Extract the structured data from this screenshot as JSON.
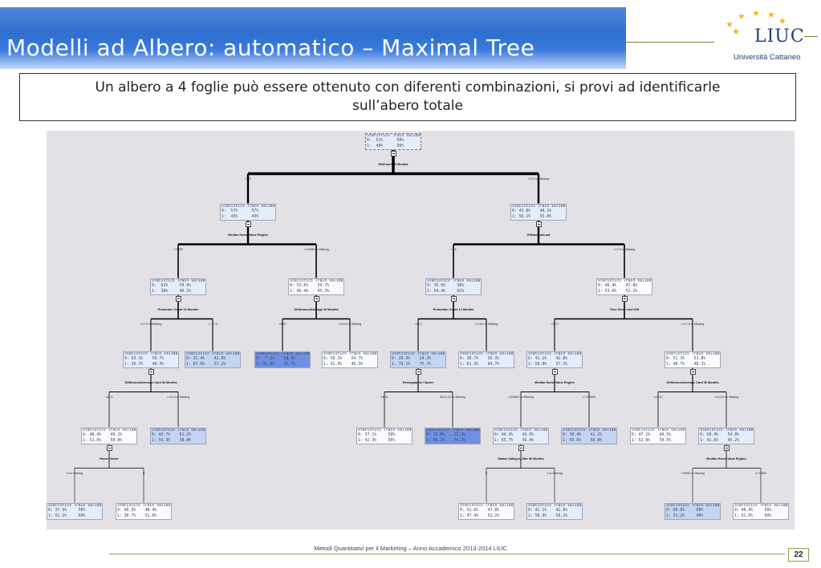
{
  "header": {
    "title": "Modelli ad Albero: automatico – Maximal Tree"
  },
  "logo": {
    "name": "LIUC",
    "subtitle": "Università Cattaneo"
  },
  "subtitle": "Un albero a 4 foglie può essere ottenuto con diferenti combinazioni, si provi ad identificarle sull’abero totale",
  "footer": {
    "text": "Metodi Quantitativi per il Marketing – Anno Accademico 2013-2014 LIUC",
    "page": "22"
  },
  "node_header": "Statistics Train Validation",
  "colors": {
    "link": "#000000",
    "node_light": "#f6f8fd",
    "node_mid": "#c3d5f3",
    "node_dark": "#6e90e2",
    "panel": "#e3e1e6"
  },
  "tree": {
    "nodes": [
      {
        "id": "root",
        "level": 0,
        "r0": "0:  52%      50%",
        "r1": "1:  48%      50%",
        "split": "GiftCount 36 Months",
        "shade": "light"
      },
      {
        "id": "n1",
        "level": 1,
        "r0": "0:  57%      57%",
        "r1": "1:  43%      43%",
        "split": "Median Home Value Region",
        "shade": "light"
      },
      {
        "id": "n2",
        "level": 1,
        "r0": "0: 43.8%    44.2%",
        "r1": "1: 56.2%    55.8%",
        "split": "GiftAmountLast",
        "shade": "light"
      },
      {
        "id": "n3",
        "level": 2,
        "r0": "0:  62%     59.9%",
        "r1": "1:  38%     40.1%",
        "split": "Promotion Count 12 Months",
        "shade": "light"
      },
      {
        "id": "n4",
        "level": 2,
        "r0": "0: 53.6%    54.7%",
        "r1": "1: 46.4%    45.3%",
        "split": "GiftAmountAverage 36 Months",
        "shade": "white"
      },
      {
        "id": "n5",
        "level": 2,
        "r0": "0: 35.6%     38%",
        "r1": "1: 64.4%     62%",
        "split": "Promotion Count 12 Months",
        "shade": "light"
      },
      {
        "id": "n6",
        "level": 2,
        "r0": "0: 46.4%    47.8%",
        "r1": "1: 53.6%    52.2%",
        "split": "Time Since Last Gift",
        "shade": "white"
      },
      {
        "id": "n7",
        "level": 3,
        "r0": "0: 63.3%    59.7%",
        "r1": "1: 36.7%    40.3%",
        "split": "GiftAmountAverage Card 36 Months",
        "shade": "light"
      },
      {
        "id": "n8",
        "level": 3,
        "r0": "0: 32.4%    42.8%",
        "r1": "1: 67.6%    57.2%",
        "split": "",
        "shade": "mid"
      },
      {
        "id": "n9",
        "level": 3,
        "r0": "0:  7.1%    58.3%",
        "r1": "1: 92.9%    41.7%",
        "split": "",
        "shade": "dark"
      },
      {
        "id": "n10",
        "level": 3,
        "r0": "0: 58.1%    54.7%",
        "r1": "1: 41.9%    45.3%",
        "split": "",
        "shade": "white"
      },
      {
        "id": "n11",
        "level": 3,
        "r0": "0: 20.9%    24.3%",
        "r1": "1: 79.1%    75.7%",
        "split": "Demographic Cluster",
        "shade": "mid"
      },
      {
        "id": "n12",
        "level": 3,
        "r0": "0: 38.7%    35.3%",
        "r1": "1: 61.3%    64.7%",
        "split": "",
        "shade": "light"
      },
      {
        "id": "n13",
        "level": 3,
        "r0": "0: 41.1%    42.8%",
        "r1": "1: 58.9%    57.2%",
        "split": "Median Home Value Region",
        "shade": "light"
      },
      {
        "id": "n14",
        "level": 3,
        "r0": "0: 51.3%    51.8%",
        "r1": "1: 48.7%    48.2%",
        "split": "GiftAmountAverage Card 36 Months",
        "shade": "white"
      },
      {
        "id": "n15",
        "level": 4,
        "r0": "0: 48.4%    49.2%",
        "r1": "1: 51.6%    50.8%",
        "split": "Home Owner",
        "shade": "white"
      },
      {
        "id": "n16",
        "level": 4,
        "r0": "0: 43.7%    61.2%",
        "r1": "1: 56.3%    38.8%",
        "split": "",
        "shade": "mid"
      },
      {
        "id": "n17",
        "level": 4,
        "r0": "0: 57.1%     50%",
        "r1": "1: 42.9%     50%",
        "split": "",
        "shade": "white"
      },
      {
        "id": "n18",
        "level": 4,
        "r0": "0: 13.8%    25.3%",
        "r1": "1: 86.2%    74.7%",
        "split": "",
        "shade": "dark"
      },
      {
        "id": "n19",
        "level": 4,
        "r0": "0: 44.3%    43.6%",
        "r1": "1: 55.7%    56.4%",
        "split": "Status Category Star 96 Months",
        "shade": "light"
      },
      {
        "id": "n20",
        "level": 4,
        "r0": "0: 30.4%    41.2%",
        "r1": "1: 69.6%    58.8%",
        "split": "",
        "shade": "mid"
      },
      {
        "id": "n21",
        "level": 4,
        "r0": "0: 47.1%    49.5%",
        "r1": "1: 52.9%    50.5%",
        "split": "",
        "shade": "white"
      },
      {
        "id": "n22",
        "level": 4,
        "r0": "0: 58.4%    54.8%",
        "r1": "1: 41.6%    45.2%",
        "split": "Median Home Value Region",
        "shade": "light"
      },
      {
        "id": "n23",
        "level": 5,
        "r0": "0: 37.9%     50%",
        "r1": "1: 62.1%     50%",
        "split": "",
        "shade": "light"
      },
      {
        "id": "n24",
        "level": 5,
        "r0": "0: 60.3%    48.4%",
        "r1": "1: 39.7%    51.6%",
        "split": "",
        "shade": "white"
      },
      {
        "id": "n25",
        "level": 5,
        "r0": "0: 52.6%    47.8%",
        "r1": "1: 47.4%    52.2%",
        "split": "",
        "shade": "white"
      },
      {
        "id": "n26",
        "level": 5,
        "r0": "0: 41.1%    41.8%",
        "r1": "1: 58.9%    58.2%",
        "split": "",
        "shade": "light"
      },
      {
        "id": "n27",
        "level": 5,
        "r0": "0: 68.8%     60%",
        "r1": "1: 31.2%     40%",
        "split": "",
        "shade": "mid"
      },
      {
        "id": "n28",
        "level": 5,
        "r0": "0: 48.4%     50%",
        "r1": "1: 51.6%     50%",
        "split": "",
        "shade": "white"
      }
    ],
    "branches": [
      {
        "parent": "root",
        "child": "n1",
        "label": "<2.5"
      },
      {
        "parent": "root",
        "child": "n2",
        "label": ">=2.5 or Missing"
      },
      {
        "parent": "n1",
        "child": "n3",
        "label": "<70350"
      },
      {
        "parent": "n1",
        "child": "n4",
        "label": ">=70350 or Missing"
      },
      {
        "parent": "n2",
        "child": "n5",
        "label": "<7.5"
      },
      {
        "parent": "n2",
        "child": "n6",
        "label": ">=7.5 or Missing"
      },
      {
        "parent": "n3",
        "child": "n7",
        "label": "<17.5 or Missing"
      },
      {
        "parent": "n3",
        "child": "n8",
        "label": ">=17.5"
      },
      {
        "parent": "n4",
        "child": "n9",
        "label": "<5.22"
      },
      {
        "parent": "n4",
        "child": "n10",
        "label": ">=5.22 or Missing"
      },
      {
        "parent": "n5",
        "child": "n11",
        "label": "<16.5"
      },
      {
        "parent": "n5",
        "child": "n12",
        "label": ">=16.5 or Missing"
      },
      {
        "parent": "n6",
        "child": "n13",
        "label": "<17.5"
      },
      {
        "parent": "n6",
        "child": "n14",
        "label": ">=17.5 or Missing"
      },
      {
        "parent": "n7",
        "child": "n15",
        "label": "<11.5"
      },
      {
        "parent": "n7",
        "child": "n16",
        "label": ">=11.5 or Missing"
      },
      {
        "parent": "n11",
        "child": "n17",
        "label": "24,40"
      },
      {
        "parent": "n11",
        "child": "n18",
        "label": "50,51,41 or Missing"
      },
      {
        "parent": "n13",
        "child": "n19",
        "label": "<124500 or Missing"
      },
      {
        "parent": "n13",
        "child": "n20",
        "label": ">=124500"
      },
      {
        "parent": "n14",
        "child": "n21",
        "label": "<14.41"
      },
      {
        "parent": "n14",
        "child": "n22",
        "label": ">=14.41 or Missing"
      },
      {
        "parent": "n15",
        "child": "n23",
        "label": "H or Missing"
      },
      {
        "parent": "n15",
        "child": "n24",
        "label": "U"
      },
      {
        "parent": "n19",
        "child": "n25",
        "label": "0"
      },
      {
        "parent": "n19",
        "child": "n26",
        "label": "1 or Missing"
      },
      {
        "parent": "n22",
        "child": "n27",
        "label": "<79500 or Missing"
      },
      {
        "parent": "n22",
        "child": "n28",
        "label": ">=79500"
      }
    ]
  }
}
